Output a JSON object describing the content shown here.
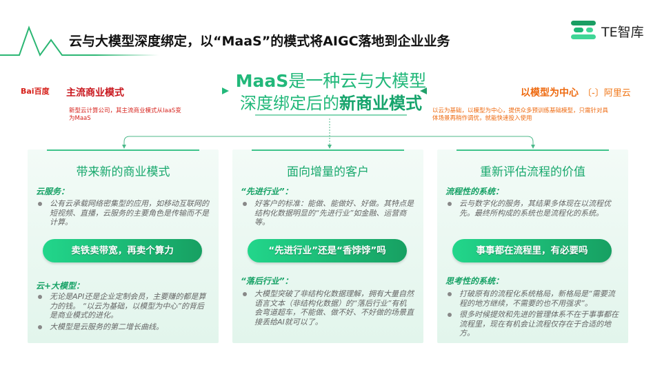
{
  "header": {
    "title": "云与大模型深度绑定，以“MaaS”的模式将AIGC落地到企业业务",
    "logo_text": "TE智库"
  },
  "center": {
    "line1_bold": "MaaS",
    "line1_rest": "是一种云与大模型",
    "line2_rest": "深度绑定后的",
    "line2_bold": "新商业模式"
  },
  "left": {
    "brand": "Bai百度",
    "label": "主流商业模式",
    "desc": "新型云计算公司，其主流商业模式从IaaS变为MaaS",
    "color": "#c8161d"
  },
  "right": {
    "brand": "〔-〕阿里云",
    "label": "以模型为中心",
    "desc": "以云为基础，以模型为中心，提供众多预训练基础模型，只需针对具体场景再稍作调优，就能快速投入使用",
    "color": "#ee6a10"
  },
  "cards": [
    {
      "title": "带来新的商业模式",
      "sec1": "云服务：",
      "bullets1": [
        "公有云承载网络密集型的应用，如移动互联网的短视频、直播，云服务的主要角色是传输而不是计算。"
      ],
      "pill": "卖铁卖带宽，再卖个算力",
      "sec2": "云+大模型：",
      "bullets2": [
        "无论是API还是企业定制会员，主要赚的都是算力的钱。 “以云为基础，以模型为中心”的背后是商业模式的进化。",
        "大模型是云服务的第二增长曲线。"
      ]
    },
    {
      "title": "面向增量的客户",
      "sec1": "“先进行业”：",
      "bullets1": [
        "好客户的标准：能做、能做好、好做。其特点是结构化数据明显的“先进行业”如金融、运营商等。"
      ],
      "pill": "“先进行业”还是“香饽饽”吗",
      "sec2": "“落后行业”：",
      "bullets2": [
        "大模型突破了非结构化数据理解，拥有大量自然语言文本（非结构化数据）的“落后行业”有机会弯道超车，不能做、做不好、不好做的场景直接丢给AI就可以了。"
      ]
    },
    {
      "title": "重新评估流程的价值",
      "sec1": "流程性的系统：",
      "bullets1": [
        "云与数字化的服务，其结果多体现在以流程优先。最终所构成的系统也是流程化的系统。"
      ],
      "pill": "事事都在流程里，有必要吗",
      "sec2": "思考性的系统：",
      "bullets2": [
        "打破原有的流程化系统格局，新格局是“需要流程的地方继续，不需要的也不用强求”。",
        "很多时候提效和先进的管理体系不在于事事都在流程里，现在有机会让流程仅存在于合适的地方。"
      ]
    }
  ]
}
